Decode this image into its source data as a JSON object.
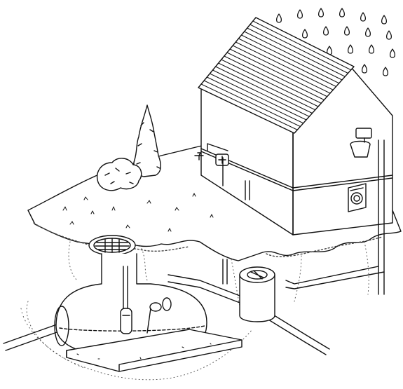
{
  "illustration": {
    "style": "black ink line drawing on white",
    "colors": {
      "ink": "#111111",
      "paper": "#ffffff",
      "stipple": "#555555"
    },
    "parts": [
      "rain-drops",
      "house",
      "roof",
      "tree",
      "shrub",
      "garden-tap",
      "toilet",
      "washing-machine",
      "water-meter",
      "filter-shaft",
      "manhole-cover",
      "underground-tank",
      "pump",
      "float-switch",
      "concrete-base",
      "pipes"
    ]
  }
}
